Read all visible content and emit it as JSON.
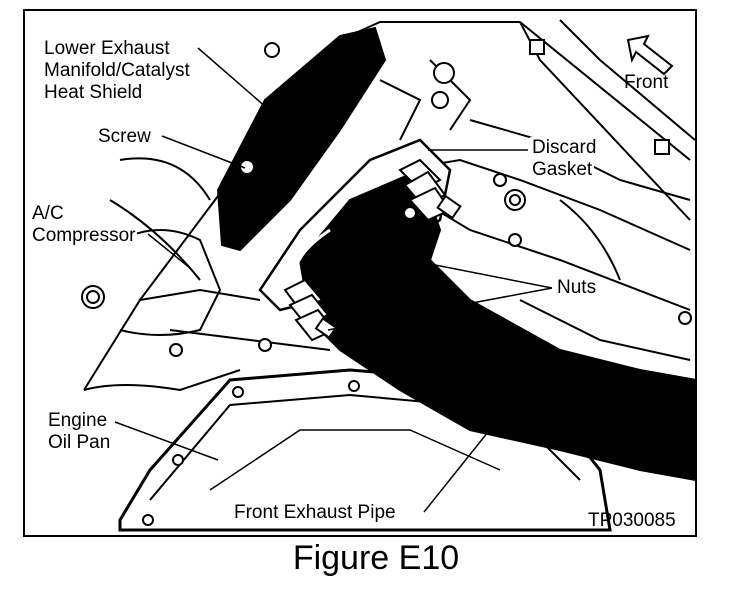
{
  "labels": {
    "heat_shield": [
      "Lower Exhaust",
      "Manifold/Catalyst",
      "Heat Shield"
    ],
    "front": "Front",
    "screw": "Screw",
    "discard_gasket": [
      "Discard",
      "Gasket"
    ],
    "ac_compressor": [
      "A/C",
      "Compressor"
    ],
    "nuts": "Nuts",
    "engine_oil_pan": [
      "Engine",
      "Oil Pan"
    ],
    "front_exhaust_pipe": "Front Exhaust Pipe"
  },
  "figure_code": "TP030085",
  "caption": "Figure E10",
  "colors": {
    "ink": "#000000",
    "paper": "#ffffff",
    "panel": "#000000"
  },
  "icons": {
    "front_arrow": "arrow-up-left-icon"
  }
}
